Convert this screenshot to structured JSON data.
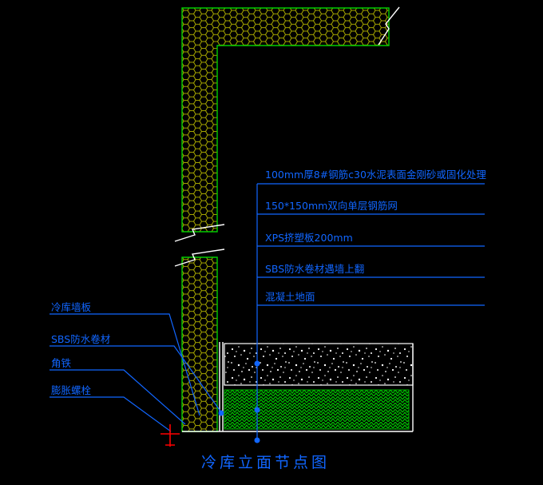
{
  "title": {
    "text": "冷库立面节点图"
  },
  "right_labels": [
    {
      "text": "100mm厚8#钢筋c30水泥表面金刚砂或固化处理"
    },
    {
      "text": "150*150mm双向单层钢筋网"
    },
    {
      "text": "XPS挤塑板200mm"
    },
    {
      "text": "SBS防水卷材遇墙上翻"
    },
    {
      "text": "混凝土地面"
    }
  ],
  "left_labels": [
    {
      "text": "冷库墙板"
    },
    {
      "text": "SBS防水卷材"
    },
    {
      "text": "角铁"
    },
    {
      "text": "膨胀螺栓"
    }
  ],
  "colors": {
    "background": "#000000",
    "annotation_blue": "#1166ff",
    "wall_outline_green": "#00cc00",
    "insulation_hatch_yellow": "#aaaa00",
    "xps_hatch_green": "#00b400",
    "white": "#ffffff",
    "marker_red": "#ff0000"
  }
}
